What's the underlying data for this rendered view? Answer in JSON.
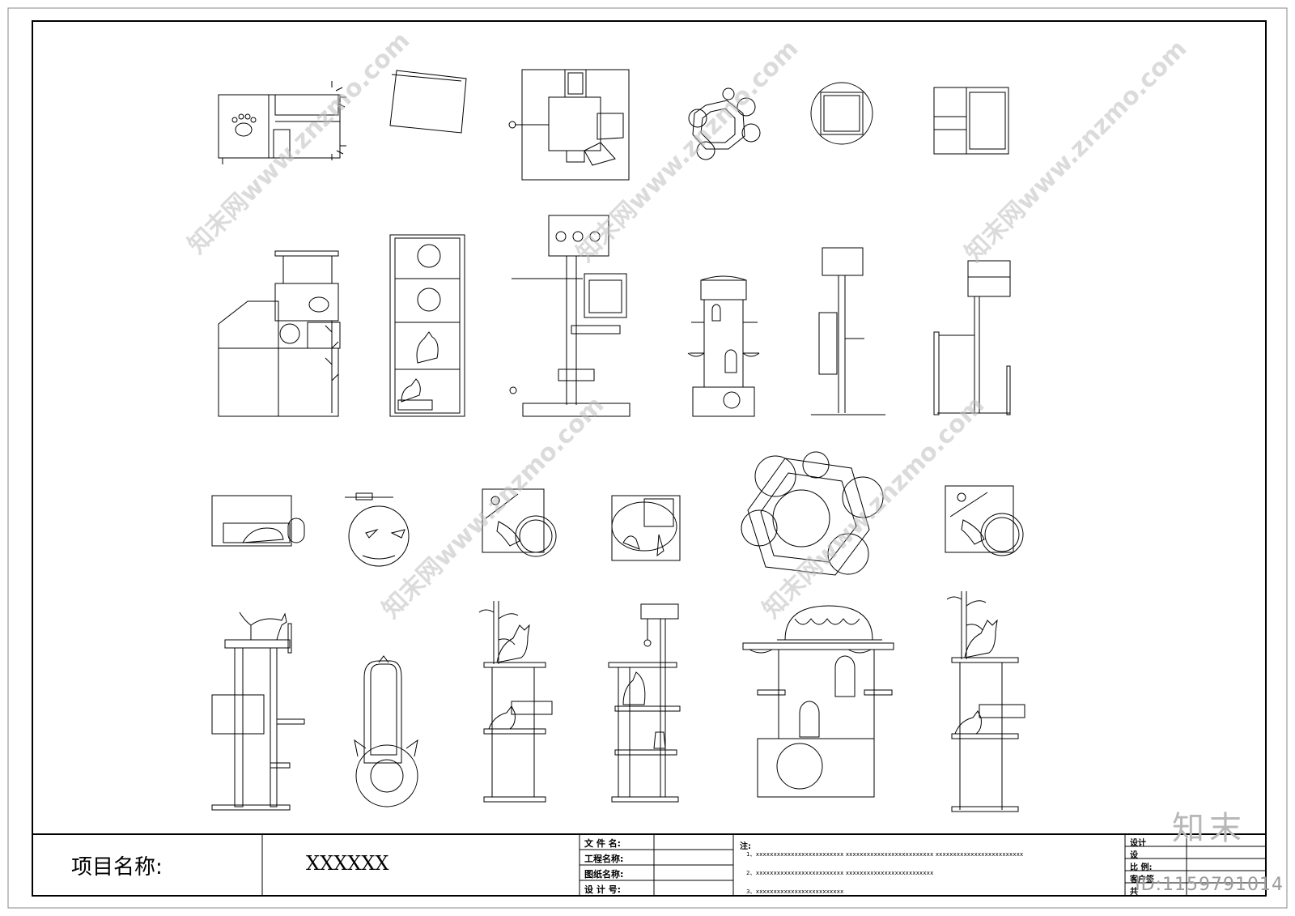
{
  "title_block": {
    "project_label": "项目名称:",
    "project_value": "XXXXXX",
    "fields": [
      "文 件 名:",
      "工程名称:",
      "图纸名称:",
      "设 计 号:"
    ],
    "notes_header": "注:",
    "notes": [
      "1、xxxxxxxxxxxxxxxxxxxxxxxxx    xxxxxxxxxxxxxxxxxxxxxxxxx    xxxxxxxxxxxxxxxxxxxxxxxxx",
      "2、xxxxxxxxxxxxxxxxxxxxxxxxx    xxxxxxxxxxxxxxxxxxxxxxxxx",
      "3、xxxxxxxxxxxxxxxxxxxxxxxxx"
    ],
    "right_fields": [
      "设计",
      "设",
      "比   例:",
      "客户签",
      "共"
    ]
  },
  "brand": "知末",
  "id_tag": "ID:1159791014",
  "watermark": "知末网www.znzmo.com"
}
